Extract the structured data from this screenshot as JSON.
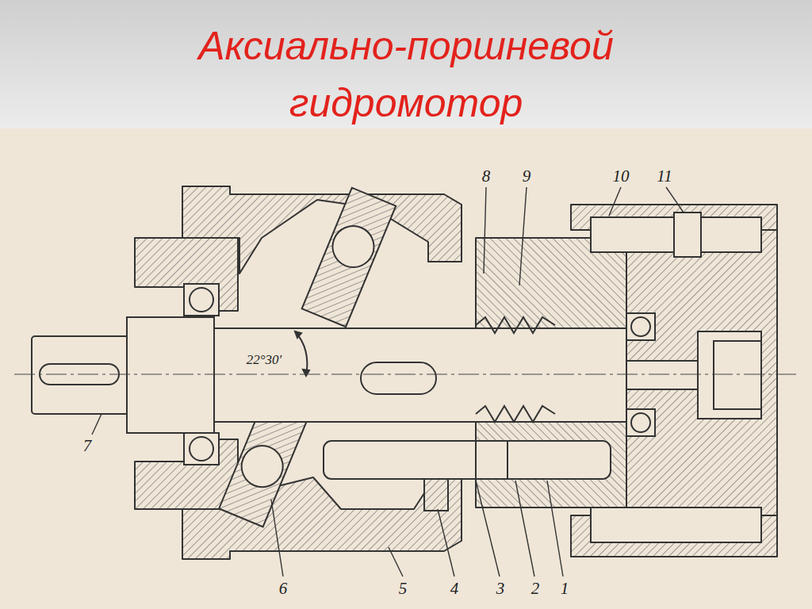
{
  "diagram": {
    "title": "Аксиально-поршневой гидромотор",
    "labels": [
      "8",
      "9",
      "10",
      "11",
      "7",
      "22°30′",
      "6",
      "5",
      "4",
      "3",
      "2",
      "1"
    ]
  }
}
